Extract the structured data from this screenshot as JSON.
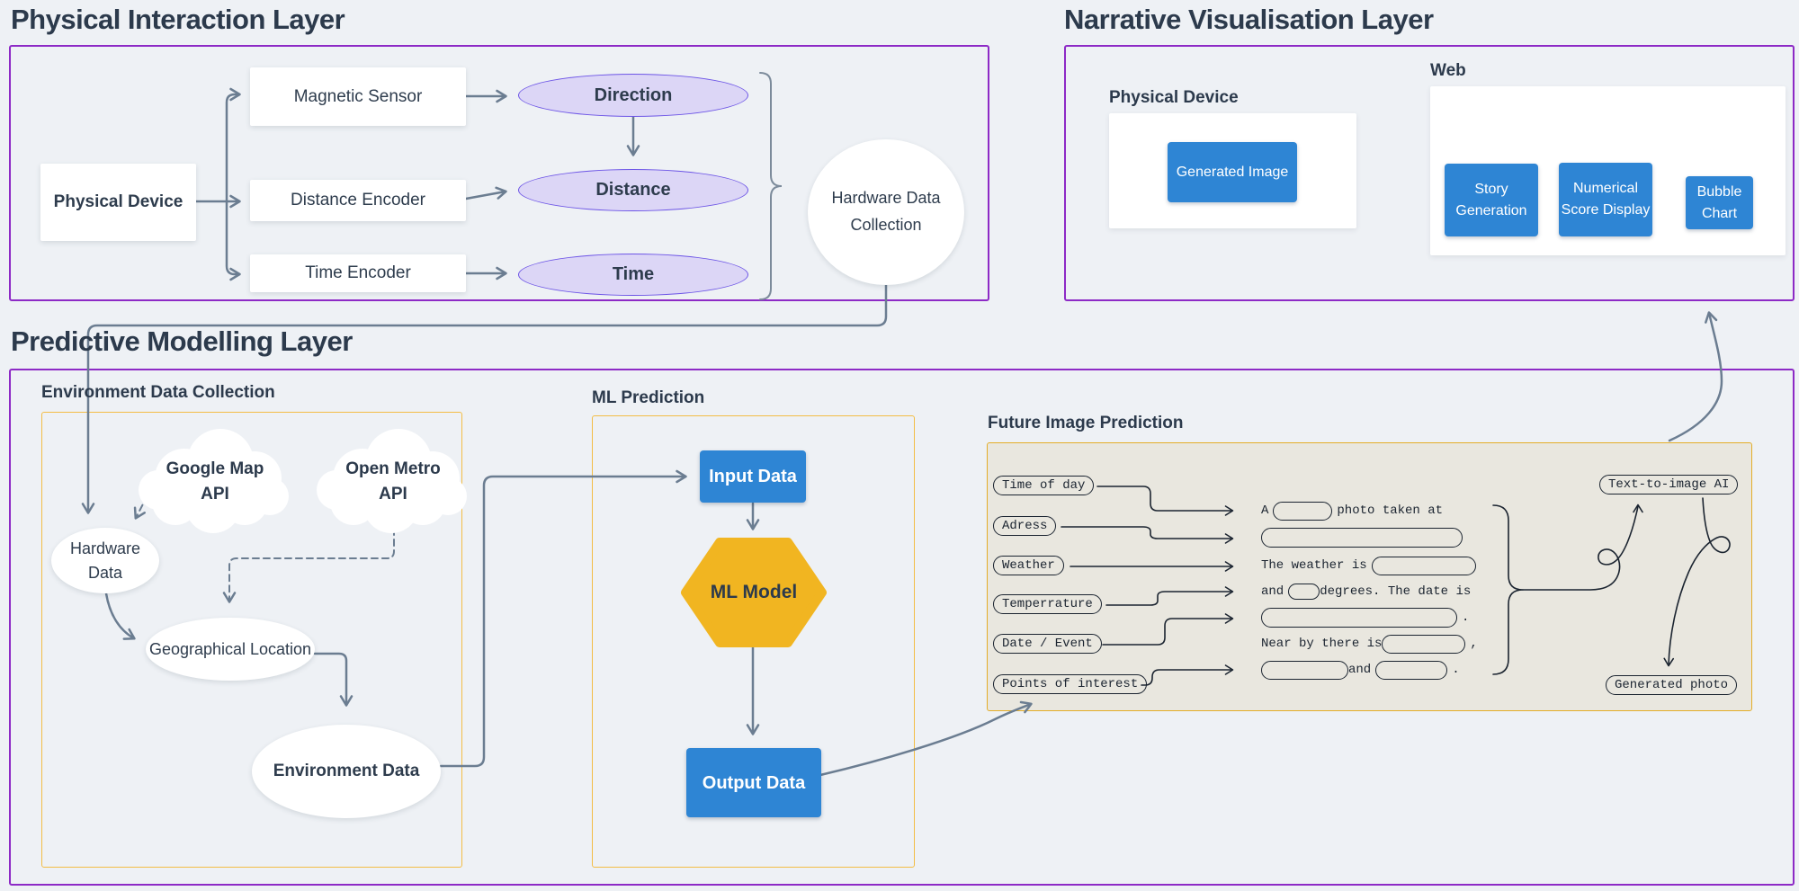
{
  "colors": {
    "page_bg": "#eef1f5",
    "purple_border": "#8d2ac6",
    "yellow_border": "#f3bd45",
    "blue": "#2e85d4",
    "gold_hexagon": "#f1b521",
    "lavender_fill": "#dcd6f6",
    "lavender_stroke": "#6d55e6",
    "connector_grey": "#6b7d91",
    "ink": "#1b2430",
    "title_text": "#2c3a4c",
    "future_panel_bg": "#e9e7df",
    "node_white": "#ffffff"
  },
  "physical": {
    "title": "Physical Interaction Layer",
    "device": "Physical Device",
    "sensors": [
      "Magnetic Sensor",
      "Distance Encoder",
      "Time Encoder"
    ],
    "signals": [
      "Direction",
      "Distance",
      "Time"
    ],
    "collector": "Hardware Data Collection"
  },
  "narrative": {
    "title": "Narrative Visualisation Layer",
    "device_label": "Physical Device",
    "device_button": "Generated Image",
    "web_label": "Web",
    "modules": [
      "Story Generation",
      "Numerical Score Display",
      "Bubble Chart"
    ]
  },
  "predictive": {
    "title": "Predictive Modelling Layer",
    "env_label": "Environment Data Collection",
    "clouds": [
      "Google Map API",
      "Open Metro API"
    ],
    "hardware": "Hardware Data",
    "geo": "Geographical Location",
    "envdata": "Environment Data",
    "ml_label": "ML Prediction",
    "input": "Input Data",
    "model": "ML Model",
    "output": "Output Data",
    "future_label": "Future Image Prediction",
    "inputs": [
      "Time of day",
      "Adress",
      "Weather",
      "Temperrature",
      "Date / Event",
      "Points of interest"
    ],
    "template": {
      "l1a": "A",
      "l1b": "photo taken at",
      "l3a": "The weather is",
      "l4a": "and",
      "l4b": "degrees. The date is",
      "l5a": ".",
      "l6a": "Near by there is",
      "l6b": ",",
      "l7a": "and",
      "l7b": "."
    },
    "ai": "Text-to-image AI",
    "photo": "Generated photo"
  }
}
